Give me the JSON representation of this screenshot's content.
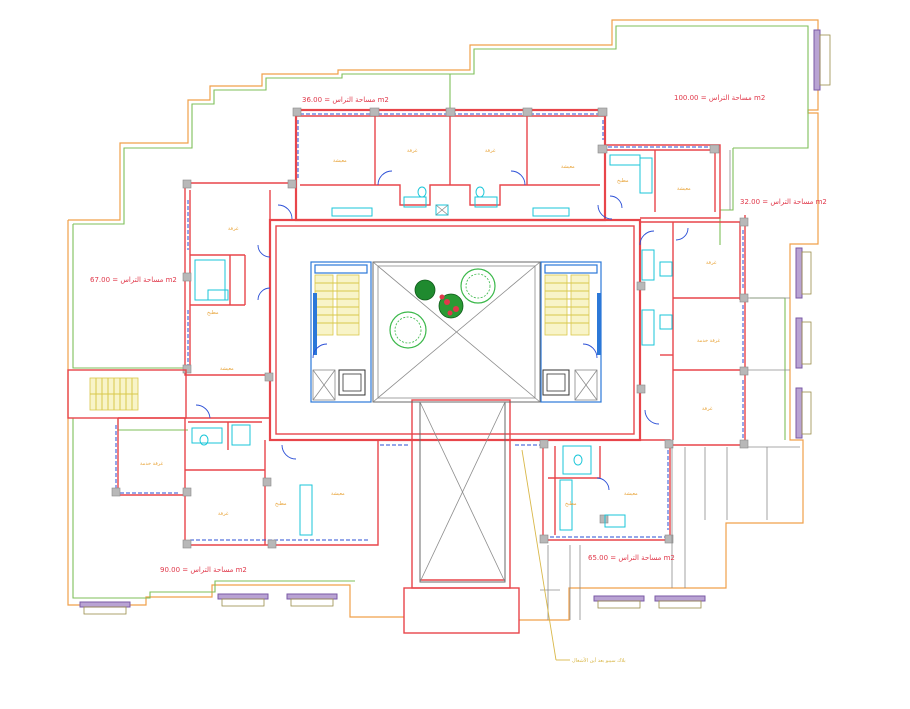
{
  "labels": {
    "area_top": "مساحة التراس = 36.00 m2",
    "area_top_right": "مساحة التراس = 100.00 m2",
    "area_right": "مساحة التراس = 32.00 m2",
    "area_left": "مساحة التراس = 67.00 m2",
    "area_bottom_left": "مساحة التراس = 90.00 m2",
    "area_bottom_right": "مساحة التراس = 65.00 m2",
    "leader_note": "بلاك سيبو بعد أين الأشغال"
  },
  "rooms": {
    "bedroom": "غرفة",
    "living": "معيشة",
    "kitchen": "مطبخ",
    "service": "غرفة خدمة"
  },
  "colors": {
    "wall": "#e8454a",
    "terrace_outline": "#f0a04a",
    "slab_outline": "#7fbf5a",
    "windows": "#2b4fd6",
    "fixtures": "#19c6d8",
    "balcony_planters": "#b9a3d3"
  }
}
